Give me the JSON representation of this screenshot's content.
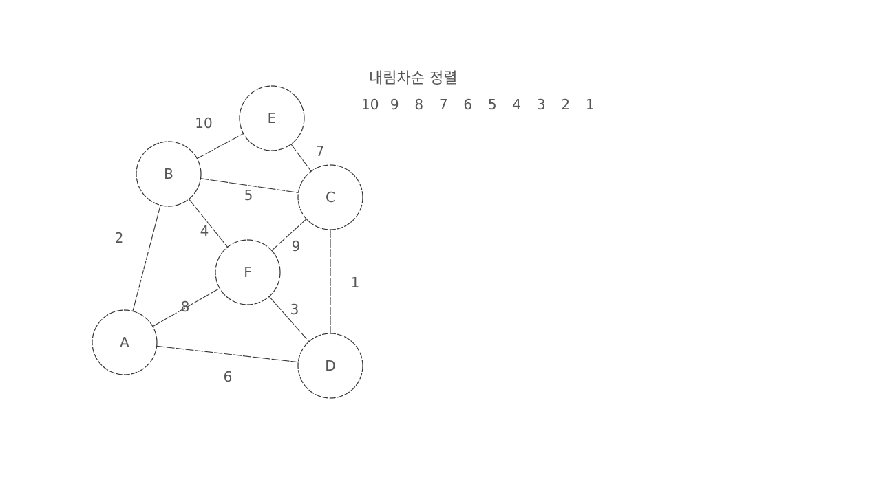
{
  "title": "내림차순 정렬",
  "order": [
    "10",
    "9",
    "8",
    "7",
    "6",
    "5",
    "4",
    "3",
    "2",
    "1"
  ],
  "nodes": [
    {
      "id": "E",
      "label": "E"
    },
    {
      "id": "B",
      "label": "B"
    },
    {
      "id": "C",
      "label": "C"
    },
    {
      "id": "F",
      "label": "F"
    },
    {
      "id": "A",
      "label": "A"
    },
    {
      "id": "D",
      "label": "D"
    }
  ],
  "edges": [
    {
      "from": "B",
      "to": "E",
      "weight": "10"
    },
    {
      "from": "E",
      "to": "C",
      "weight": "7"
    },
    {
      "from": "B",
      "to": "C",
      "weight": "5"
    },
    {
      "from": "B",
      "to": "A",
      "weight": "2"
    },
    {
      "from": "B",
      "to": "F",
      "weight": "4"
    },
    {
      "from": "F",
      "to": "C",
      "weight": "9"
    },
    {
      "from": "C",
      "to": "D",
      "weight": "1"
    },
    {
      "from": "A",
      "to": "F",
      "weight": "8"
    },
    {
      "from": "F",
      "to": "D",
      "weight": "3"
    },
    {
      "from": "A",
      "to": "D",
      "weight": "6"
    }
  ]
}
